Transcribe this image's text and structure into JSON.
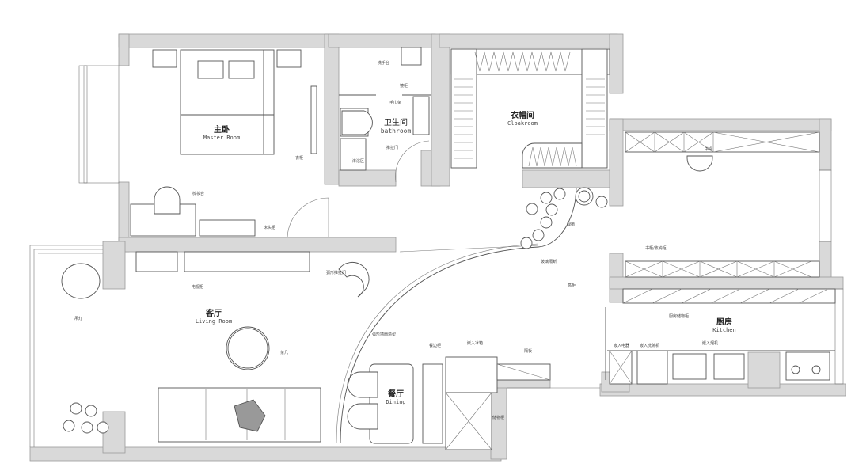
{
  "rooms": {
    "master": {
      "cn": "主卧",
      "en": "Master Room"
    },
    "bathroom": {
      "cn": "卫生间",
      "en": "bathroom"
    },
    "cloakroom": {
      "cn": "衣帽间",
      "en": "Cloakroom"
    },
    "living": {
      "cn": "客厅",
      "en": "Living Room"
    },
    "dining": {
      "cn": "餐厅",
      "en": "Dining"
    },
    "kitchen": {
      "cn": "厨房",
      "en": "Kitchen"
    }
  },
  "notes": {
    "wardrobe": "衣柜",
    "dresser": "梳妆台",
    "bedside": "床头柜",
    "washbasin": "洗手台",
    "mirror_cabinet": "镜柜",
    "towel": "毛巾架",
    "shower": "淋浴区",
    "bath_door": "推拉门",
    "tv_cabinet": "电视柜",
    "pendant": "吊灯",
    "coffee_table": "茶几",
    "curved_door": "弧形推拉门",
    "curved_wall": "弧形墙面造型",
    "glass": "玻璃隔断",
    "plants": "绿植",
    "sideboard": "餐边柜",
    "fridge": "嵌入冰箱",
    "shelf": "隔板",
    "storage": "储物柜",
    "tall_cabinet": "高柜",
    "kitchen_storage": "厨房储物柜",
    "appliance1": "嵌入电器",
    "appliance2": "嵌入洗碗机",
    "hood": "嵌入烟机",
    "desk": "书桌",
    "study_cabinet": "书柜/收纳柜"
  }
}
